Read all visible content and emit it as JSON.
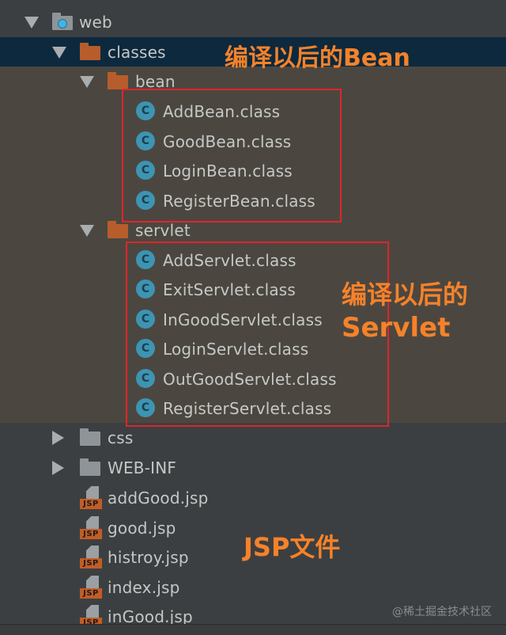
{
  "tree": {
    "web": {
      "label": "web",
      "icon": "web-folder-icon",
      "expanded": true
    },
    "classes": {
      "label": "classes",
      "expanded": true,
      "selected": true
    },
    "bean": {
      "label": "bean",
      "expanded": true,
      "files": [
        "AddBean.class",
        "GoodBean.class",
        "LoginBean.class",
        "RegisterBean.class"
      ]
    },
    "servlet": {
      "label": "servlet",
      "expanded": true,
      "files": [
        "AddServlet.class",
        "ExitServlet.class",
        "InGoodServlet.class",
        "LoginServlet.class",
        "OutGoodServlet.class",
        "RegisterServlet.class"
      ]
    },
    "css": {
      "label": "css",
      "expanded": false
    },
    "webinf": {
      "label": "WEB-INF",
      "expanded": false
    },
    "jsp_files": [
      "addGood.jsp",
      "good.jsp",
      "histroy.jsp",
      "index.jsp",
      "inGood.jsp"
    ],
    "class_icon_letter": "C",
    "jsp_icon_text": "JSP"
  },
  "annotations": {
    "bean": "编译以后的Bean",
    "servlet_line1": "编译以后的",
    "servlet_line2": "Servlet",
    "jsp": "JSP文件"
  },
  "watermark": "@稀土掘金技术社区",
  "colors": {
    "background": "#3c3f41",
    "highlight_region": "#4b4740",
    "selected_row": "#0d293e",
    "annotation": "#f5822a",
    "red_box": "#e0242a",
    "folder_orange": "#b75d2b",
    "class_icon": "#3d94b3"
  }
}
